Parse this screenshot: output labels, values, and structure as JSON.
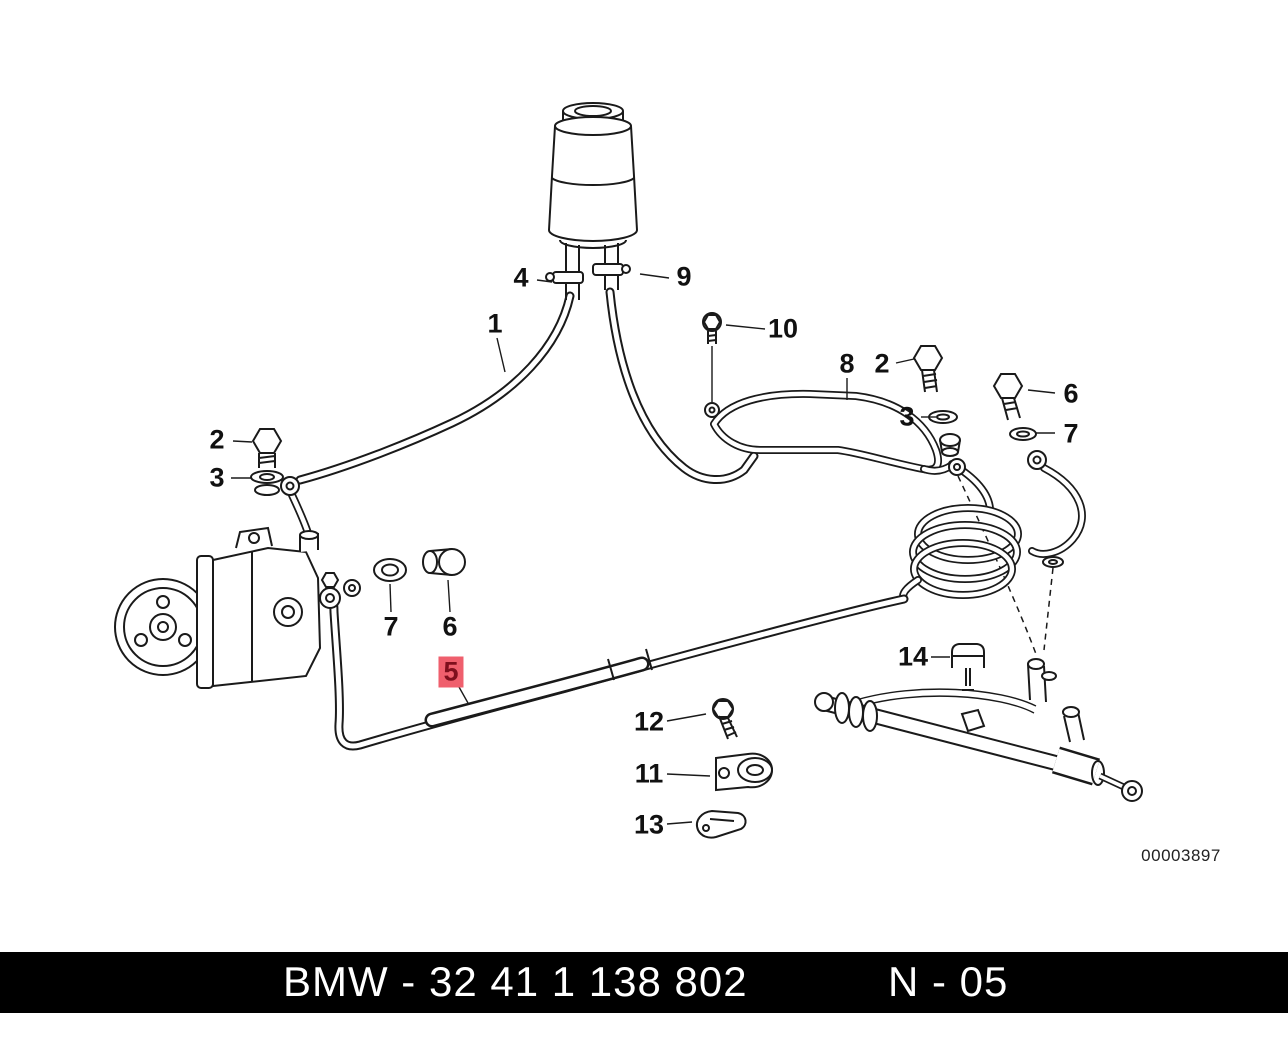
{
  "diagram": {
    "drawing_number": "00003897",
    "line_color": "#1a1a1a",
    "highlight_color": "#ef5f6d",
    "callouts": [
      {
        "label": "4"
      },
      {
        "label": "9"
      },
      {
        "label": "1"
      },
      {
        "label": "10"
      },
      {
        "label": "8"
      },
      {
        "label": "2"
      },
      {
        "label": "6"
      },
      {
        "label": "3"
      },
      {
        "label": "7"
      },
      {
        "label": "2"
      },
      {
        "label": "3"
      },
      {
        "label": "7"
      },
      {
        "label": "6"
      },
      {
        "label": "5",
        "highlighted": true
      },
      {
        "label": "14"
      },
      {
        "label": "12"
      },
      {
        "label": "11"
      },
      {
        "label": "13"
      }
    ]
  },
  "footer": {
    "part_number": "BMW - 32 41 1 138 802",
    "sheet_code": "N - 05",
    "bar_color": "#000000",
    "text_color": "#ffffff"
  }
}
